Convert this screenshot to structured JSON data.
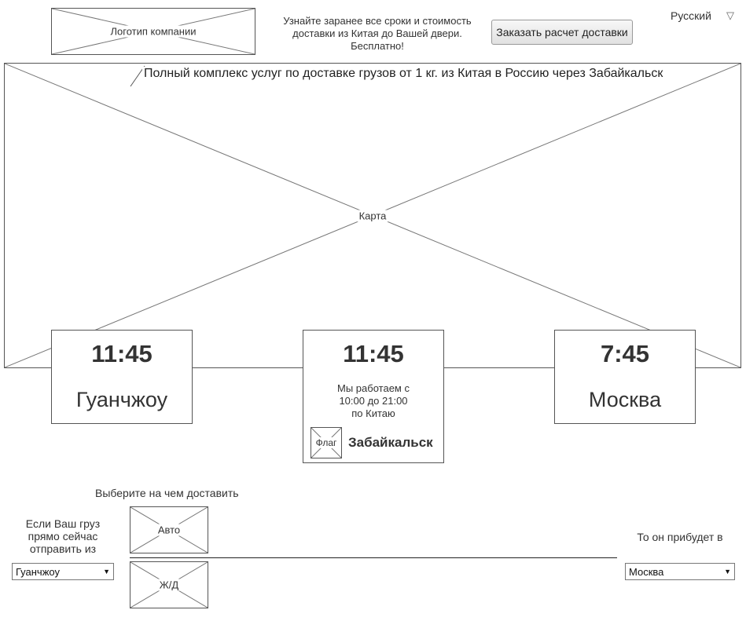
{
  "header": {
    "logo_label": "Логотип компании",
    "promo_line1": "Узнайте заранее все сроки и стоимость",
    "promo_line2": "доставки из Китая до Вашей двери.",
    "promo_line3": "Бесплатно!",
    "order_button_label": "Заказать расчет доставки",
    "language": "Русский",
    "language_arrow": "▽"
  },
  "map": {
    "label": "Карта",
    "title": "Полный комплекс услуг по доставке грузов от 1 кг. из Китая в Россию через Забайкальск"
  },
  "clocks": [
    {
      "time": "11:45",
      "city": "Гуанчжоу"
    },
    {
      "time": "11:45",
      "hours_line1": "Мы работаем с",
      "hours_line2": "10:00 до 21:00",
      "hours_line3": "по Китаю",
      "flag_label": "Флаг",
      "city": "Забайкальск"
    },
    {
      "time": "7:45",
      "city": "Москва"
    }
  ],
  "delivery": {
    "choose_label": "Выберите на чем доставить",
    "origin_line1": "Если Ваш груз",
    "origin_line2": "прямо сейчас",
    "origin_line3": "отправить из",
    "origin_value": "Гуанчжоу",
    "destination_label": "То он прибудет в",
    "destination_value": "Москва",
    "transport_auto": "Авто",
    "transport_rail": "Ж/Д",
    "caret": "▼"
  }
}
